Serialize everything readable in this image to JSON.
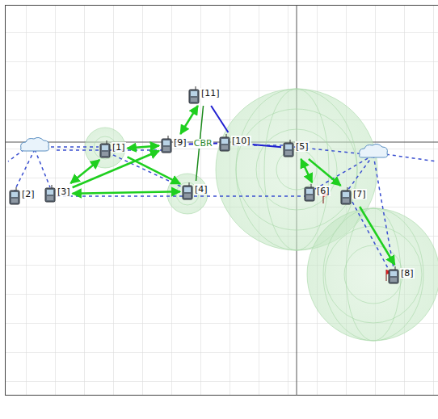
{
  "diagram": {
    "nodes": [
      {
        "text": [
          "[1]"
        ]
      },
      {
        "text": [
          "[2]"
        ]
      },
      {
        "text": [
          "[3]"
        ]
      },
      {
        "text": [
          "[4]"
        ]
      },
      {
        "text": [
          "[5]"
        ]
      },
      {
        "text": [
          "[6]"
        ]
      },
      {
        "text": [
          "[7]"
        ]
      },
      {
        "text": [
          "[8]"
        ]
      },
      {
        "text": [
          "[9]"
        ]
      },
      {
        "text": [
          "[10]"
        ]
      },
      {
        "text": [
          "[11]"
        ]
      }
    ],
    "edges": [
      {
        "from": 10,
        "to": 8,
        "arrow": "both"
      },
      {
        "from": 0,
        "to": 8,
        "arrow": "both"
      },
      {
        "from": 0,
        "to": 2,
        "arrow": "both"
      },
      {
        "from": 0,
        "to": 3,
        "arrow": "to"
      },
      {
        "from": 2,
        "to": 3,
        "arrow": "both"
      },
      {
        "from": 2,
        "to": 8,
        "arrow": "to"
      },
      {
        "from": 10,
        "to": 3,
        "arrow": "none"
      },
      {
        "from": 10,
        "to": 9,
        "arrow": "none"
      },
      {
        "from": 8,
        "to": 9,
        "arrow": "none",
        "label": "CBR"
      },
      {
        "from": 9,
        "to": 4,
        "arrow": "none"
      },
      {
        "from": 4,
        "to": 5,
        "arrow": "both"
      },
      {
        "from": 4,
        "to": 6,
        "arrow": "to"
      },
      {
        "from": 6,
        "to": 7,
        "arrow": "to"
      }
    ]
  }
}
